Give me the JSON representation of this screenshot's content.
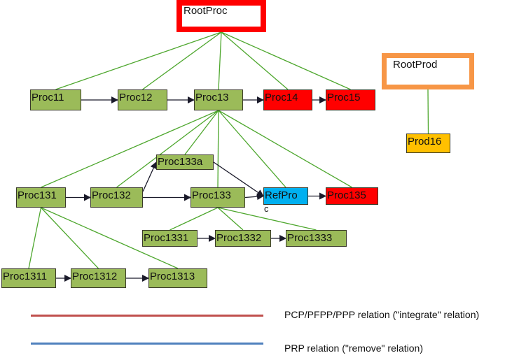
{
  "diagram": {
    "roots": {
      "root_proc": {
        "label": "RootProc",
        "border_color": "#ff0000"
      },
      "root_prod": {
        "label": "RootProd",
        "border_color": "#f79646"
      }
    },
    "nodes": [
      {
        "id": "Proc11",
        "label": "Proc11",
        "color": "#9bbb59"
      },
      {
        "id": "Proc12",
        "label": "Proc12",
        "color": "#9bbb59"
      },
      {
        "id": "Proc13",
        "label": "Proc13",
        "color": "#9bbb59"
      },
      {
        "id": "Proc14",
        "label": "Proc14",
        "color": "#ff0000"
      },
      {
        "id": "Proc15",
        "label": "Proc15",
        "color": "#ff0000"
      },
      {
        "id": "Prod16",
        "label": "Prod16",
        "color": "#ffc000"
      },
      {
        "id": "Proc133a",
        "label": "Proc133a",
        "color": "#9bbb59"
      },
      {
        "id": "Proc131",
        "label": "Proc131",
        "color": "#9bbb59"
      },
      {
        "id": "Proc132",
        "label": "Proc132",
        "color": "#9bbb59"
      },
      {
        "id": "Proc133",
        "label": "Proc133",
        "color": "#9bbb59"
      },
      {
        "id": "RefProc",
        "label": "RefPro",
        "label_overflow": "c",
        "color": "#00b0f0"
      },
      {
        "id": "Proc135",
        "label": "Proc135",
        "color": "#ff0000"
      },
      {
        "id": "Proc1331",
        "label": "Proc1331",
        "color": "#9bbb59"
      },
      {
        "id": "Proc1332",
        "label": "Proc1332",
        "color": "#9bbb59"
      },
      {
        "id": "Proc1333",
        "label": "Proc1333",
        "color": "#9bbb59"
      },
      {
        "id": "Proc1311",
        "label": "Proc1311",
        "color": "#9bbb59"
      },
      {
        "id": "Proc1312",
        "label": "Proc1312",
        "color": "#9bbb59"
      },
      {
        "id": "Proc1313",
        "label": "Proc1313",
        "color": "#9bbb59"
      }
    ],
    "hierarchy_edges": [
      [
        "RootProc",
        "Proc11"
      ],
      [
        "RootProc",
        "Proc12"
      ],
      [
        "RootProc",
        "Proc13"
      ],
      [
        "RootProc",
        "Proc14"
      ],
      [
        "RootProc",
        "Proc15"
      ],
      [
        "RootProd",
        "Prod16"
      ],
      [
        "Proc13",
        "Proc131"
      ],
      [
        "Proc13",
        "Proc132"
      ],
      [
        "Proc13",
        "Proc133a"
      ],
      [
        "Proc13",
        "Proc133"
      ],
      [
        "Proc13",
        "RefProc"
      ],
      [
        "Proc13",
        "Proc135"
      ],
      [
        "Proc133",
        "Proc1331"
      ],
      [
        "Proc133",
        "Proc1332"
      ],
      [
        "Proc133",
        "Proc1333"
      ],
      [
        "Proc131",
        "Proc1311"
      ],
      [
        "Proc131",
        "Proc1312"
      ],
      [
        "Proc131",
        "Proc1313"
      ]
    ],
    "sequence_edges": [
      [
        "Proc11",
        "Proc12"
      ],
      [
        "Proc12",
        "Proc13"
      ],
      [
        "Proc13",
        "Proc14"
      ],
      [
        "Proc14",
        "Proc15"
      ],
      [
        "Proc131",
        "Proc132"
      ],
      [
        "Proc132",
        "Proc133a"
      ],
      [
        "Proc132",
        "Proc133"
      ],
      [
        "Proc133a",
        "RefProc"
      ],
      [
        "Proc133",
        "RefProc"
      ],
      [
        "RefProc",
        "Proc135"
      ],
      [
        "Proc1331",
        "Proc1332"
      ],
      [
        "Proc1332",
        "Proc1333"
      ],
      [
        "Proc1311",
        "Proc1312"
      ],
      [
        "Proc1312",
        "Proc1313"
      ]
    ],
    "colors": {
      "hierarchy_edge": "#4ea72e",
      "sequence_edge": "#1a1a2a"
    }
  },
  "legend": [
    {
      "label": "PCP/PFPP/PPP relation (\"integrate\" relation)",
      "color": "#c0504d"
    },
    {
      "label": "PRP  relation (\"remove\" relation)",
      "color": "#4f81bd"
    }
  ]
}
